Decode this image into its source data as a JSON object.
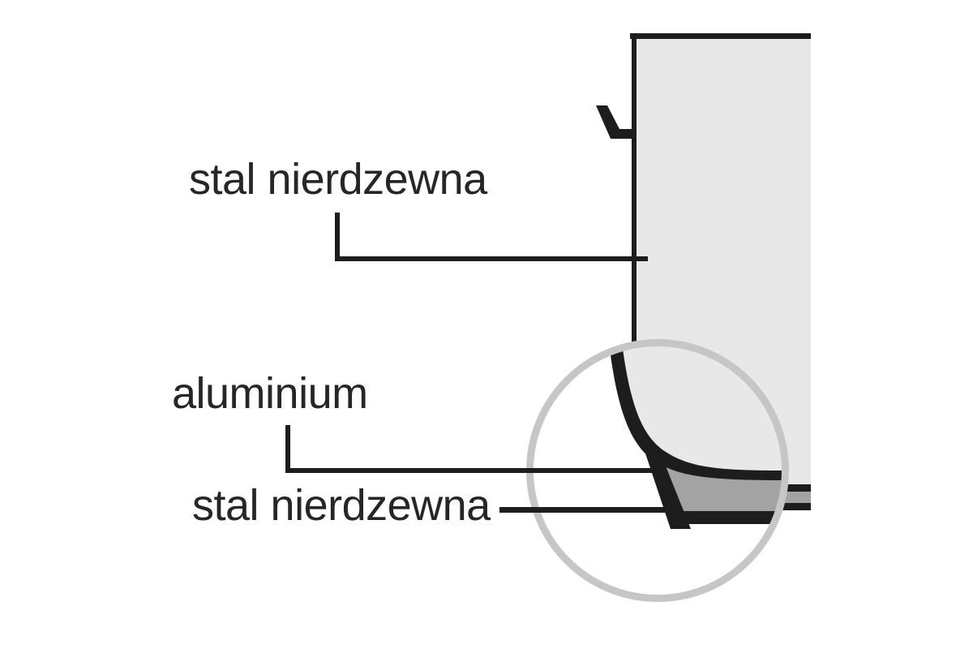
{
  "diagram": {
    "subject": "cookware-sandwich-bottom-cross-section",
    "labels": {
      "body_material": "stal nierdzewna",
      "core_material": "aluminium",
      "cap_material": "stal nierdzewna"
    },
    "layers_top_to_bottom": [
      "stal nierdzewna",
      "aluminium",
      "stal nierdzewna"
    ],
    "colors": {
      "outline": "#1d1d1d",
      "steel_body": "#e8e8e8",
      "aluminium": "#a3a3a3",
      "lens_ring": "#c6c6c6",
      "background": "#ffffff",
      "text": "#262626"
    }
  }
}
